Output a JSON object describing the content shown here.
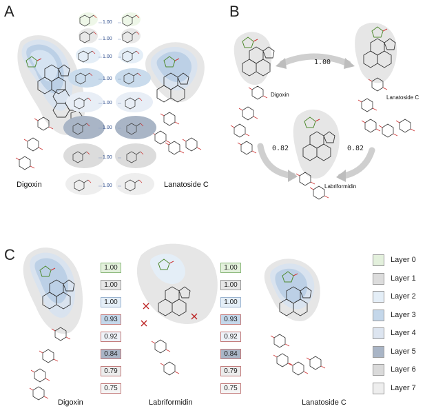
{
  "panels": {
    "a": "A",
    "b": "B",
    "c": "C"
  },
  "panel_a": {
    "left_label": "Digoxin",
    "right_label": "Lanatoside C",
    "pair_scores": [
      "1.00",
      "1.00",
      "1.00",
      "1.00",
      "1.00",
      "1.00",
      "1.00",
      "1.00"
    ]
  },
  "panel_b": {
    "labels": {
      "digoxin": "Digoxin",
      "lanatoside": "Lanatoside C",
      "labriformidin": "Labriformidin"
    },
    "scores": {
      "top": "1.00",
      "left": "0.82",
      "right": "0.82"
    }
  },
  "panel_c": {
    "labels": {
      "digoxin": "Digoxin",
      "labriformidin": "Labriformidin",
      "lanatoside": "Lanatoside C"
    },
    "left_scores": [
      {
        "value": "1.00",
        "fill": "#e3f0dc",
        "border": "#8ab87a"
      },
      {
        "value": "1.00",
        "fill": "#e6e6e6",
        "border": "#999999"
      },
      {
        "value": "1.00",
        "fill": "#e4eef7",
        "border": "#9bb4d0"
      },
      {
        "value": "0.93",
        "fill": "#c4d7ea",
        "border": "#c27b7b"
      },
      {
        "value": "0.92",
        "fill": "#eef2f8",
        "border": "#c27b7b"
      },
      {
        "value": "0.84",
        "fill": "#a9b5c6",
        "border": "#c27b7b"
      },
      {
        "value": "0.79",
        "fill": "#ececec",
        "border": "#c27b7b"
      },
      {
        "value": "0.75",
        "fill": "#f4f4f4",
        "border": "#c27b7b"
      }
    ],
    "right_scores": [
      {
        "value": "1.00",
        "fill": "#e3f0dc",
        "border": "#8ab87a"
      },
      {
        "value": "1.00",
        "fill": "#e6e6e6",
        "border": "#999999"
      },
      {
        "value": "1.00",
        "fill": "#e4eef7",
        "border": "#9bb4d0"
      },
      {
        "value": "0.93",
        "fill": "#c4d7ea",
        "border": "#c27b7b"
      },
      {
        "value": "0.92",
        "fill": "#eef2f8",
        "border": "#c27b7b"
      },
      {
        "value": "0.84",
        "fill": "#a9b5c6",
        "border": "#c27b7b"
      },
      {
        "value": "0.79",
        "fill": "#ececec",
        "border": "#c27b7b"
      },
      {
        "value": "0.75",
        "fill": "#f4f4f4",
        "border": "#c27b7b"
      }
    ]
  },
  "legend": [
    {
      "label": "Layer 0",
      "color": "#e3f0dc"
    },
    {
      "label": "Layer 1",
      "color": "#dcdcdc"
    },
    {
      "label": "Layer 2",
      "color": "#e4eef7"
    },
    {
      "label": "Layer 3",
      "color": "#c4d7ea"
    },
    {
      "label": "Layer 4",
      "color": "#dde5f0"
    },
    {
      "label": "Layer 5",
      "color": "#a9b5c6"
    },
    {
      "label": "Layer 6",
      "color": "#dadada"
    },
    {
      "label": "Layer 7",
      "color": "#eeeeee"
    }
  ]
}
